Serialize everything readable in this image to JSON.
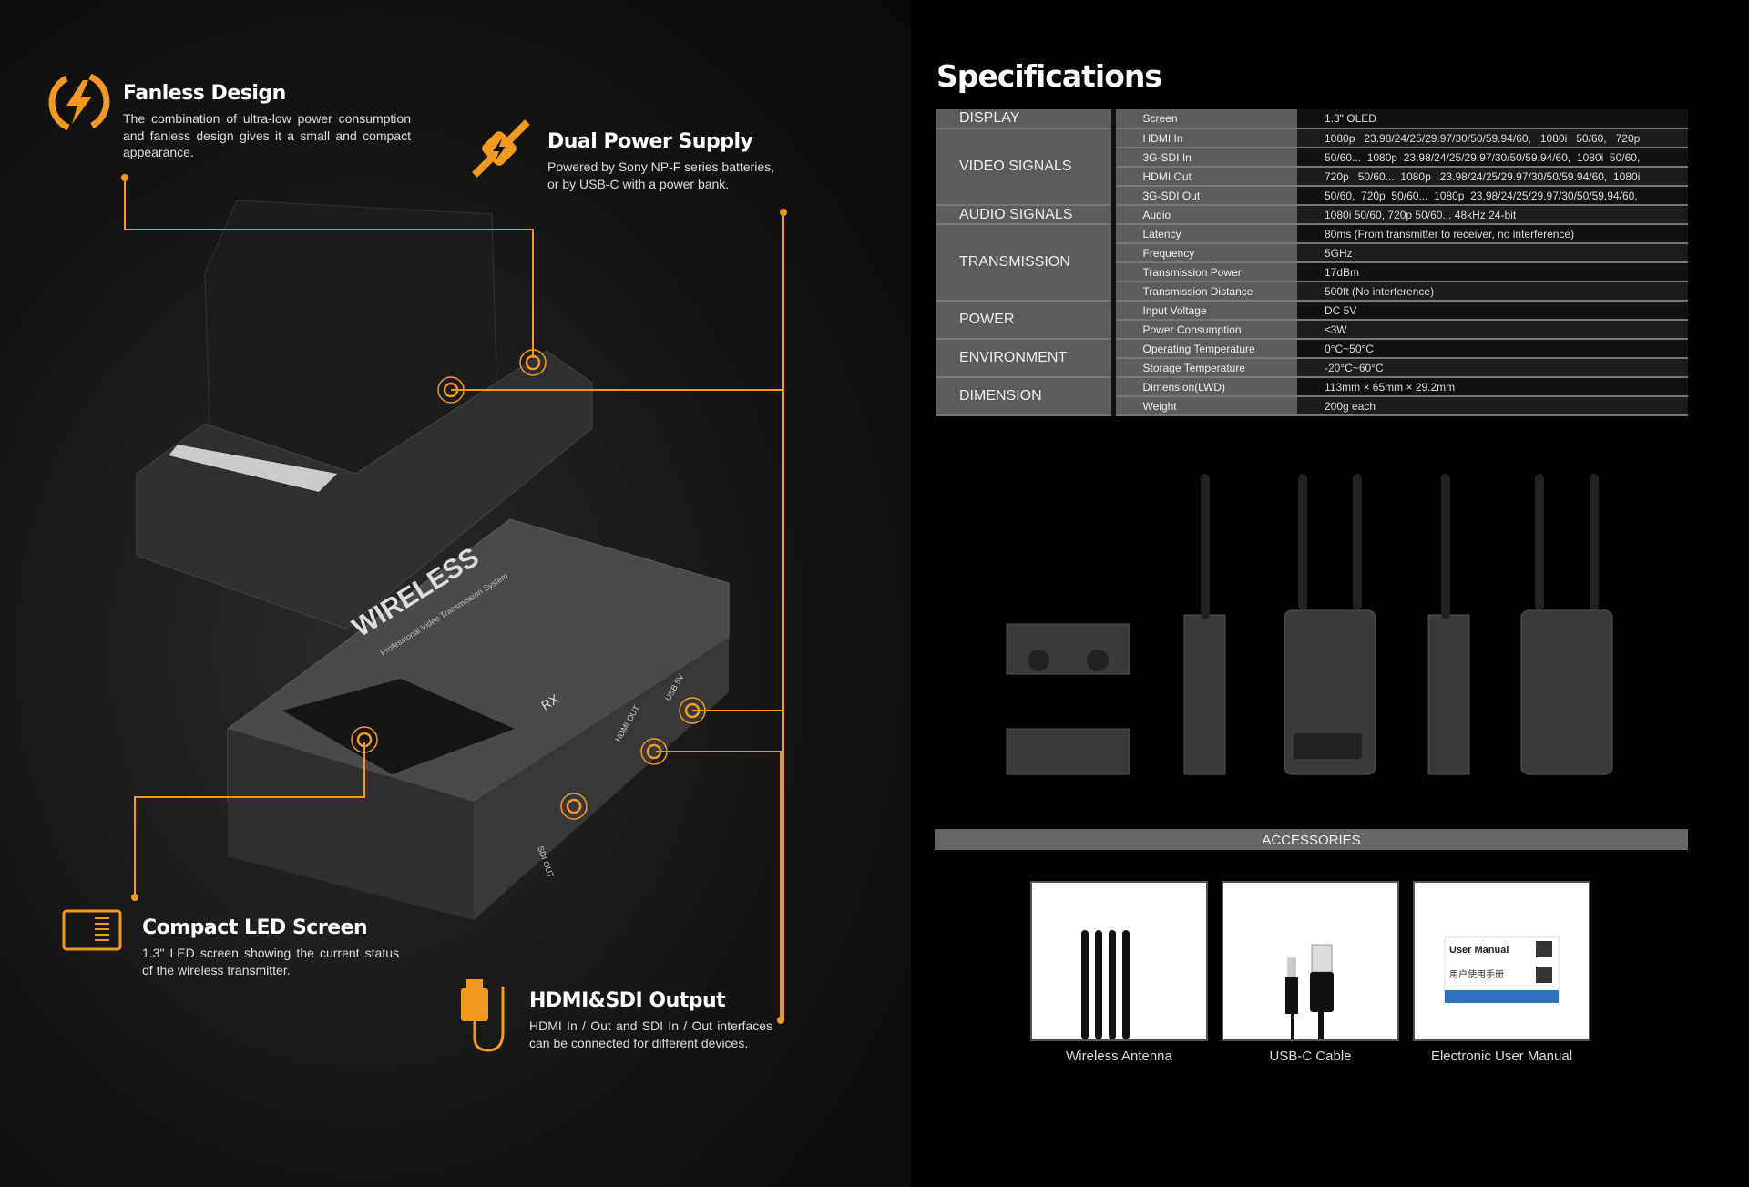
{
  "features": [
    {
      "title": "Fanless Design",
      "text": "The combination of ultra-low power consumption and fanless design gives it a small and compact appearance."
    },
    {
      "title": "Dual Power Supply",
      "text": "Powered by Sony NP-F series batteries, or by USB-C with a power bank."
    },
    {
      "title": "Compact LED Screen",
      "text": "1.3\" LED screen showing the current status of the wireless transmitter."
    },
    {
      "title": "HDMI&SDI Output",
      "text": "HDMI In / Out and SDI In / Out interfaces can be connected for different devices."
    }
  ],
  "device": {
    "brand": "WIRELESS",
    "subtitle": "Professional Video Transmission System",
    "badge": "RX",
    "port1": "HDMI OUT",
    "port2": "USB 5V",
    "port3": "SDI OUT"
  },
  "specs": {
    "title": "Specifications",
    "groups": [
      {
        "category": "DISPLAY",
        "rows": [
          [
            "Screen",
            "1.3\" OLED"
          ]
        ]
      },
      {
        "category": "VIDEO SIGNALS",
        "rows": [
          [
            "HDMI In",
            "1080p   23.98/24/25/29.97/30/50/59.94/60,   1080i   50/60,   720p"
          ],
          [
            "3G-SDI In",
            "50/60...  1080p  23.98/24/25/29.97/30/50/59.94/60,  1080i  50/60,"
          ],
          [
            "HDMI Out",
            "720p   50/60...  1080p   23.98/24/25/29.97/30/50/59.94/60,  1080i"
          ],
          [
            "3G-SDI Out",
            "50/60,  720p  50/60...  1080p  23.98/24/25/29.97/30/50/59.94/60,"
          ]
        ]
      },
      {
        "category": "AUDIO SIGNALS",
        "rows": [
          [
            "Audio",
            "1080i 50/60, 720p 50/60... 48kHz 24-bit"
          ]
        ]
      },
      {
        "category": "TRANSMISSION",
        "rows": [
          [
            "Latency",
            "80ms (From transmitter to receiver, no interference)"
          ],
          [
            "Frequency",
            "5GHz"
          ],
          [
            "Transmission Power",
            "17dBm"
          ],
          [
            "Transmission Distance",
            "500ft (No interference)"
          ]
        ]
      },
      {
        "category": "POWER",
        "rows": [
          [
            "Input Voltage",
            "DC 5V"
          ],
          [
            "Power Consumption",
            "≤3W"
          ]
        ]
      },
      {
        "category": "ENVIRONMENT",
        "rows": [
          [
            "Operating Temperature",
            "0°C~50°C"
          ],
          [
            "Storage Temperature",
            "-20°C~60°C"
          ]
        ]
      },
      {
        "category": "DIMENSION",
        "rows": [
          [
            "Dimension(LWD)",
            "113mm × 65mm × 29.2mm"
          ],
          [
            "Weight",
            "200g each"
          ]
        ]
      }
    ]
  },
  "accessories": {
    "header": "ACCESSORIES",
    "items": [
      "Wireless Antenna",
      "USB-C Cable",
      "Electronic User Manual"
    ],
    "manual_title": "User Manual",
    "manual_cn": "用户使用手册"
  },
  "colors": {
    "accent": "#f39a1e"
  }
}
